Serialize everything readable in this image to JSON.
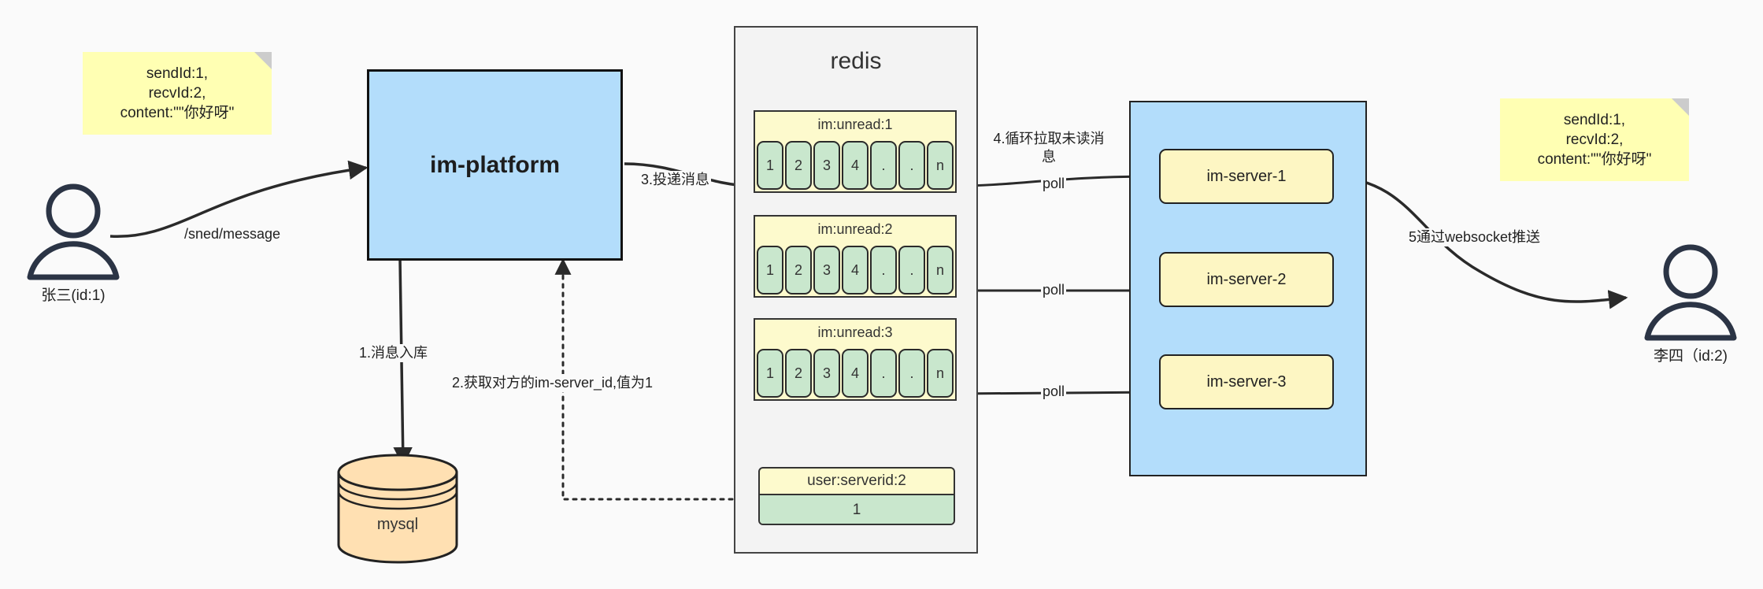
{
  "diagram": {
    "title": "IM message delivery architecture",
    "colors": {
      "note": "#ffffb3",
      "platform": "#b3ddfb",
      "cluster": "#b3ddfb",
      "redis_bg": "#f3f3f3",
      "key_yellow": "#fdfacd",
      "value_green": "#c9e7cd",
      "server_yellow": "#fdf6c3",
      "db_orange": "#ffe0b2",
      "stroke": "#222222"
    }
  },
  "notes": {
    "left": {
      "line1": "sendId:1,",
      "line2": "recvId:2,",
      "line3": "content:\"\"你好呀\""
    },
    "right": {
      "line1": "sendId:1,",
      "line2": "recvId:2,",
      "line3": "content:\"\"你好呀\""
    }
  },
  "actors": {
    "sender": {
      "caption": "张三(id:1)",
      "icon": "person-icon"
    },
    "receiver": {
      "caption": "李四（id:2)",
      "icon": "person-icon"
    }
  },
  "platform": {
    "label": "im-platform"
  },
  "database": {
    "label": "mysql"
  },
  "redis": {
    "title": "redis",
    "lists": [
      {
        "key": "im:unread:1",
        "cells": [
          "1",
          "2",
          "3",
          "4",
          ".",
          ".",
          "n"
        ]
      },
      {
        "key": "im:unread:2",
        "cells": [
          "1",
          "2",
          "3",
          "4",
          ".",
          ".",
          "n"
        ]
      },
      {
        "key": "im:unread:3",
        "cells": [
          "1",
          "2",
          "3",
          "4",
          ".",
          ".",
          "n"
        ]
      }
    ],
    "kv": {
      "key": "user:serverid:2",
      "value": "1"
    }
  },
  "cluster": {
    "servers": [
      {
        "label": "im-server-1"
      },
      {
        "label": "im-server-2"
      },
      {
        "label": "im-server-3"
      }
    ]
  },
  "edges": {
    "send_message": "/sned/message",
    "step1": "1.消息入库",
    "step2": "2.获取对方的im-server_id,值为1",
    "step3": "3.投递消息",
    "step4": "4.循环拉取未读消息",
    "step5": "5通过websocket推送",
    "poll1": "poll",
    "poll2": "poll",
    "poll3": "poll"
  }
}
